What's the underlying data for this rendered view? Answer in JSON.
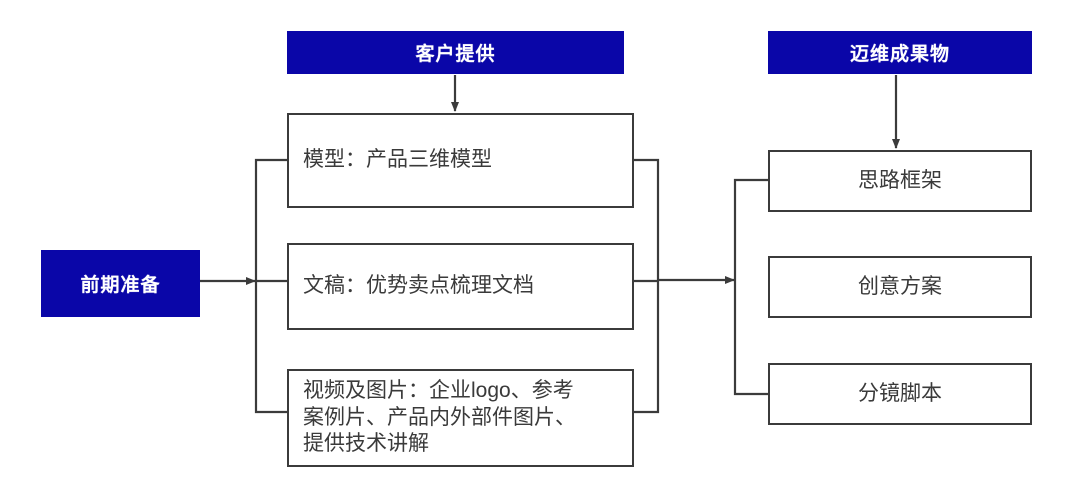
{
  "diagram": {
    "title_colors": {
      "header_blue": "#0A06A8",
      "box_border": "#3b3b3b",
      "box_text": "#3a3a3a",
      "connector": "#3b3b3b",
      "background": "#ffffff"
    },
    "stage": {
      "label": "前期准备"
    },
    "columns": [
      {
        "header": "客户提供",
        "items": [
          {
            "lines": [
              "模型：产品三维模型"
            ]
          },
          {
            "lines": [
              "文稿：优势卖点梳理文档"
            ]
          },
          {
            "lines": [
              "视频及图片：企业logo、参考",
              "案例片、产品内外部件图片、",
              "提供技术讲解"
            ]
          }
        ]
      },
      {
        "header": "迈维成果物",
        "items": [
          {
            "lines": [
              "思路框架"
            ]
          },
          {
            "lines": [
              "创意方案"
            ]
          },
          {
            "lines": [
              "分镜脚本"
            ]
          }
        ]
      }
    ],
    "connectors": {
      "stage_to_inputs_arrow": "arrow-right",
      "inputs_to_outputs_arrow": "arrow-right",
      "customer_header_arrow": "arrow-down",
      "deliverable_header_arrow": "arrow-down"
    }
  }
}
